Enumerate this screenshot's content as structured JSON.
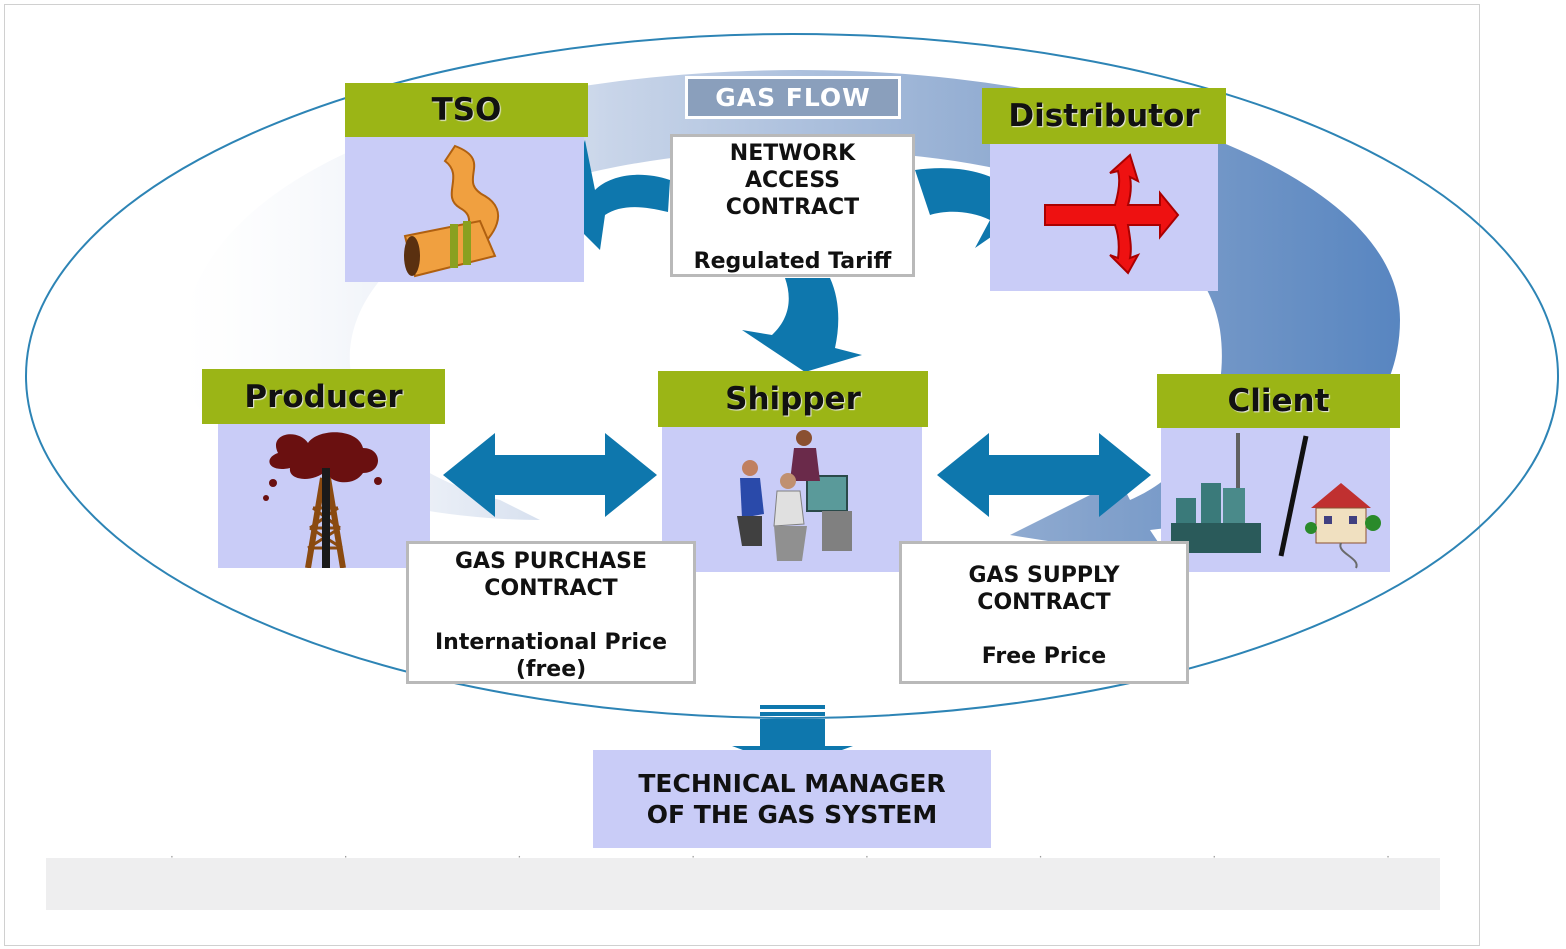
{
  "gas_flow_label": "GAS FLOW",
  "actors": {
    "tso": "TSO",
    "distributor": "Distributor",
    "producer": "Producer",
    "shipper": "Shipper",
    "client": "Client"
  },
  "network_contract": {
    "line1": "NETWORK",
    "line2": "ACCESS",
    "line3": "CONTRACT",
    "tariff": "Regulated Tariff"
  },
  "purchase_contract": {
    "line1": "GAS PURCHASE",
    "line2": "CONTRACT",
    "price_line1": "International Price",
    "price_line2": "(free)"
  },
  "supply_contract": {
    "line1": "GAS SUPPLY",
    "line2": "CONTRACT",
    "price": "Free Price"
  },
  "technical_manager": {
    "line1": "TECHNICAL MANAGER",
    "line2": "OF THE GAS SYSTEM"
  },
  "colors": {
    "header_green": "#9bb516",
    "panel_lavender": "#c9ccf7",
    "arrow_blue": "#0e77ad",
    "flow_ring_blue": "#4f7fbd"
  },
  "icons": [
    "pipeline-icon",
    "distribution-arrows-icon",
    "oil-well-icon",
    "office-workers-icon",
    "factory-house-icon"
  ]
}
